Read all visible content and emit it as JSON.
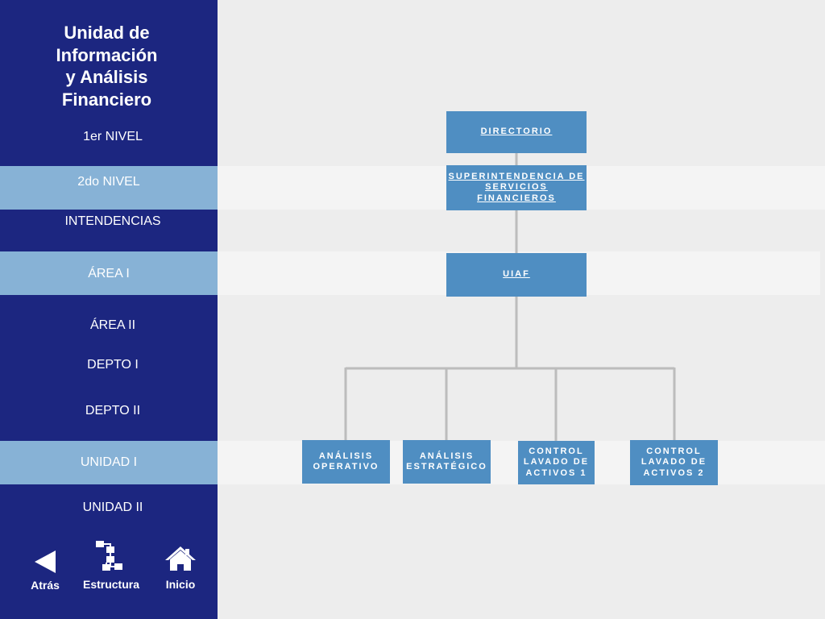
{
  "sidebar": {
    "title_lines": [
      "Unidad de",
      "Información",
      "y Análisis",
      "Financiero"
    ],
    "levels": [
      {
        "label": "1er NIVEL"
      },
      {
        "label": "2do NIVEL"
      },
      {
        "label": "INTENDENCIAS"
      },
      {
        "label": "ÁREA I"
      },
      {
        "label": "ÁREA II"
      },
      {
        "label": "DEPTO I"
      },
      {
        "label": "DEPTO II"
      },
      {
        "label": "UNIDAD  I"
      },
      {
        "label": "UNIDAD II"
      }
    ],
    "nav": {
      "back": {
        "label": "Atrás",
        "icon": "back-triangle-icon"
      },
      "structure": {
        "label": "Estructura",
        "icon": "org-structure-icon"
      },
      "home": {
        "label": "Inicio",
        "icon": "home-icon"
      }
    }
  },
  "org": {
    "directorio": [
      "DIRECTORIO"
    ],
    "superintendencia": [
      "SUPERINTENDENCIA DE",
      "SERVICIOS FINANCIEROS"
    ],
    "uiaf": [
      "UIAF"
    ],
    "units": [
      [
        "ANÁLISIS",
        "OPERATIVO"
      ],
      [
        "ANÁLISIS",
        "ESTRATÉGICO"
      ],
      [
        "CONTROL",
        "LAVADO DE",
        "ACTIVOS 1"
      ],
      [
        "CONTROL",
        "LAVADO DE",
        "ACTIVOS 2"
      ]
    ]
  },
  "colors": {
    "sidebar": "#1c2680",
    "selected_level": "#87b2d6",
    "node": "#4f8ec2",
    "connector": "#bcbcbc",
    "content_bg": "#ededed",
    "band": "#f4f4f4"
  }
}
